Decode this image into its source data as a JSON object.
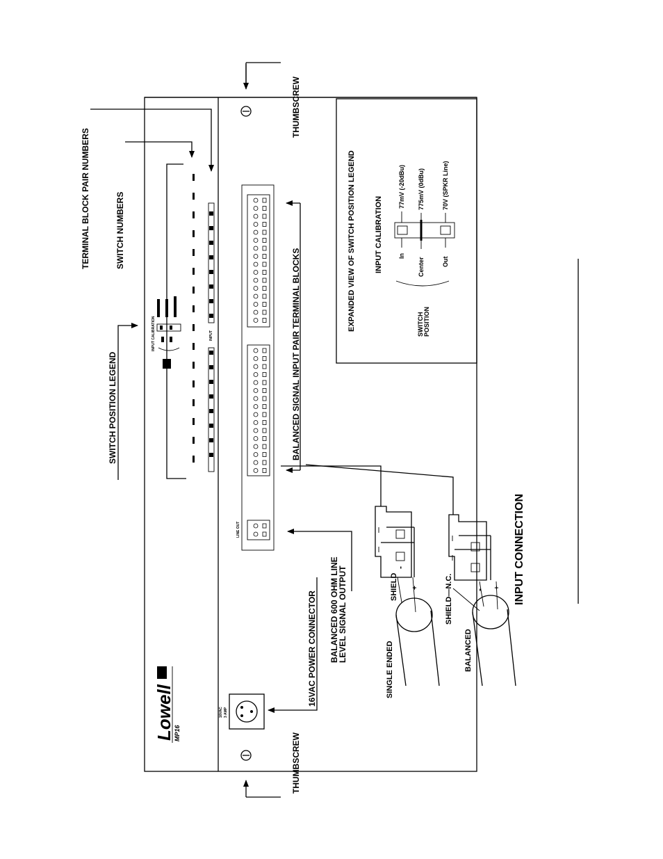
{
  "title": "INPUT CONNECTION",
  "device": {
    "brand": "Lowell",
    "model": "MP16"
  },
  "callouts": {
    "thumbscrew_top": "THUMBSCREW",
    "thumbscrew_bottom": "THUMBSCREW",
    "terminal_block_pair_numbers": "TERMINAL BLOCK PAIR NUMBERS",
    "switch_numbers": "SWITCH NUMBERS",
    "switch_position_legend": "SWITCH POSITION LEGEND",
    "balanced_terminal_blocks": "BALANCED SIGNAL INPUT PAIR TERMINAL BLOCKS",
    "line_output_1": "BALANCED 600 OHM LINE",
    "line_output_2": "LEVEL SIGNAL OUTPUT",
    "power_connector": "16VAC POWER CONNECTOR"
  },
  "panel_labels": {
    "input_calibration": "INPUT CALIBRATION",
    "input": "INPUT",
    "line_out": "LINE OUT",
    "power_1": "16VAC",
    "power_2": "3 AMP"
  },
  "legend_box": {
    "heading": "EXPANDED VIEW OF SWITCH POSITION LEGEND",
    "subheading": "INPUT CALIBRATION",
    "switch_position_1": "SWITCH",
    "switch_position_2": "POSITION",
    "positions": [
      {
        "name": "In",
        "value": "77mV (-20dBu)"
      },
      {
        "name": "Center",
        "value": "775mV (0dBu)"
      },
      {
        "name": "Out",
        "value": "70V (SPKR Line)"
      }
    ]
  },
  "connections": {
    "single_ended": "SINGLE ENDED",
    "balanced": "BALANCED",
    "shield": "SHIELD",
    "shield_nc": "SHIELD—N.C.",
    "minus": "-",
    "plus": "+"
  }
}
